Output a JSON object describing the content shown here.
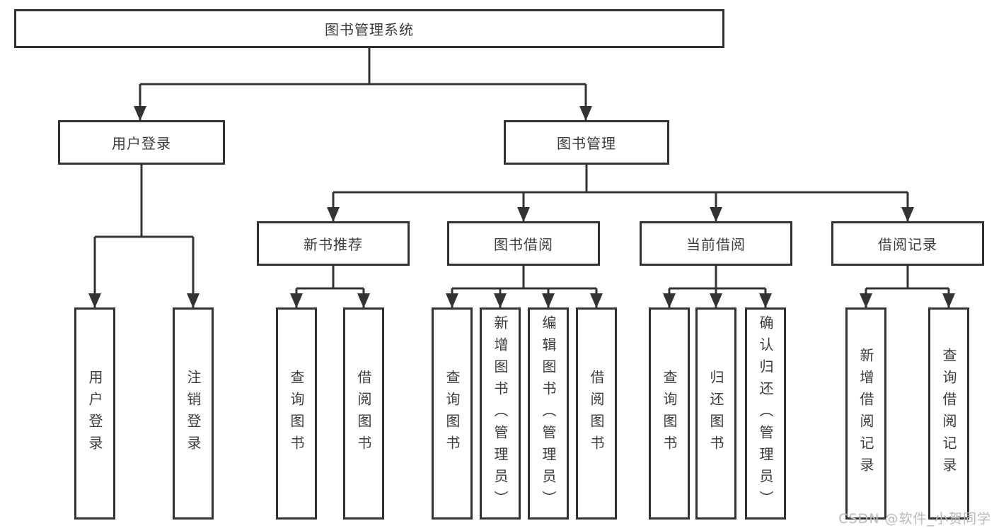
{
  "diagram": {
    "root": {
      "label": "图书管理系统"
    },
    "login": {
      "label": "用户登录",
      "children": [
        {
          "label": "用户登录"
        },
        {
          "label": "注销登录"
        }
      ]
    },
    "management": {
      "label": "图书管理",
      "sections": [
        {
          "label": "新书推荐",
          "children": [
            {
              "label": "查询图书"
            },
            {
              "label": "借阅图书"
            }
          ]
        },
        {
          "label": "图书借阅",
          "children": [
            {
              "label": "查询图书"
            },
            {
              "label": "新增图书（管理员）"
            },
            {
              "label": "编辑图书（管理员）"
            },
            {
              "label": "借阅图书"
            }
          ]
        },
        {
          "label": "当前借阅",
          "children": [
            {
              "label": "查询图书"
            },
            {
              "label": "归还图书"
            },
            {
              "label": "确认归还（管理员）"
            }
          ]
        },
        {
          "label": "借阅记录",
          "children": [
            {
              "label": "新增借阅记录"
            },
            {
              "label": "查询借阅记录"
            }
          ]
        }
      ]
    }
  },
  "watermark": {
    "text": "CSDN @软件_小贺同学"
  },
  "colors": {
    "line": "#333333",
    "text": "#3c3c3c",
    "background": "#ffffff",
    "watermark": "#b9b9b9"
  }
}
